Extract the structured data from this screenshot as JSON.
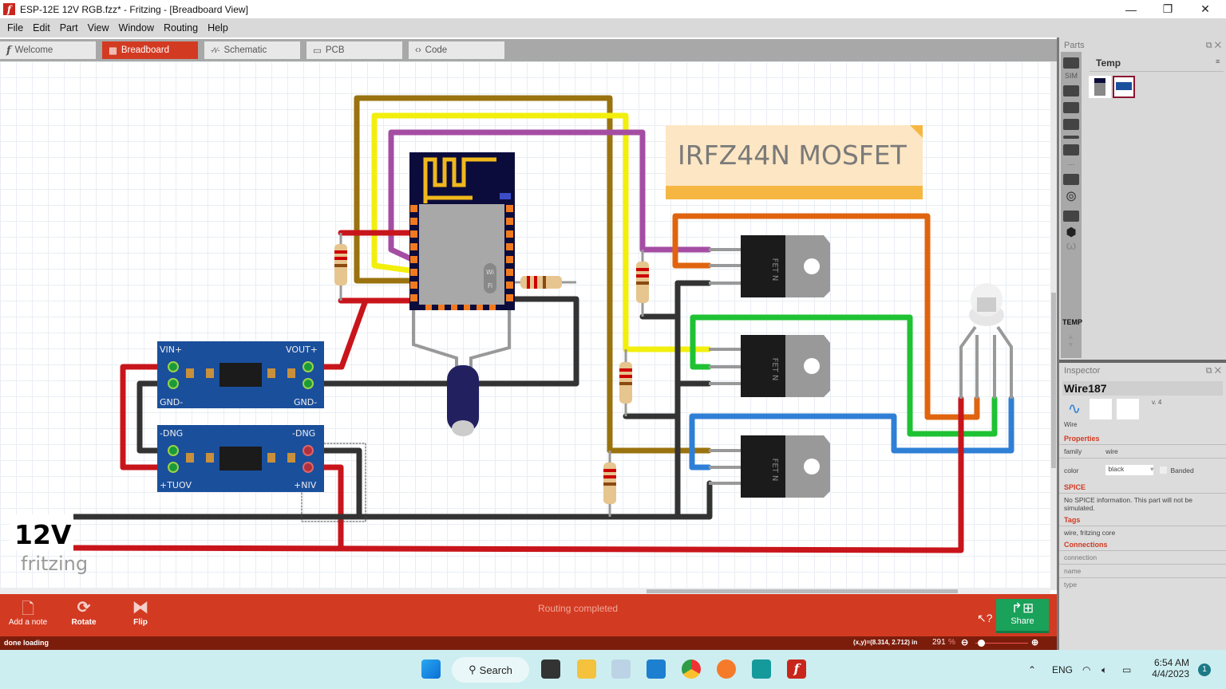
{
  "window": {
    "title": "ESP-12E 12V RGB.fzz* - Fritzing - [Breadboard View]",
    "logo_letter": "f",
    "minimize": "—",
    "maximize": "❐",
    "close": "✕"
  },
  "menu": [
    "File",
    "Edit",
    "Part",
    "View",
    "Window",
    "Routing",
    "Help"
  ],
  "tabs": [
    {
      "label": "Welcome",
      "icon": "f"
    },
    {
      "label": "Breadboard",
      "icon": "▦"
    },
    {
      "label": "Schematic",
      "icon": "-⁄\\⁄-"
    },
    {
      "label": "PCB",
      "icon": "▭"
    },
    {
      "label": "Code",
      "icon": "‹›"
    }
  ],
  "canvas": {
    "note_text": "IRFZ44N MOSFET",
    "power_label": "12V",
    "watermark": "fritzing",
    "regulator_top": {
      "vin": "VIN+",
      "vout": "VOUT+",
      "gnd_left": "GND-",
      "gnd_right": "GND-"
    },
    "regulator_bottom": {
      "vin": "+NIV",
      "vout": "+TUOV",
      "gnd_left": "-DNG",
      "gnd_right": "-DNG"
    },
    "mosfet_label": "FET N",
    "esp_chip_label_1": "Wi",
    "esp_chip_label_2": "Fi",
    "wire_colors": {
      "red": "#c8151b",
      "black": "#333333",
      "yellow": "#f2ef0d",
      "purple": "#a44da3",
      "brown": "#9a7310",
      "orange": "#e0640f",
      "green": "#1ec233",
      "blue": "#2f7fd6"
    }
  },
  "parts_panel": {
    "title": "Parts",
    "bin_title": "Temp",
    "bin_sim": "SIM",
    "bin_temp": "TEMP",
    "bin_dots": "···"
  },
  "inspector": {
    "title": "Inspector",
    "part_name": "Wire187",
    "version": "v. 4",
    "part_type": "Wire",
    "properties_heading": "Properties",
    "family_label": "family",
    "family_value": "wire",
    "color_label": "color",
    "color_value": "black",
    "banded_label": "Banded",
    "spice_heading": "SPICE",
    "spice_text": "No SPICE information. This part will not be simulated.",
    "tags_heading": "Tags",
    "tags_value": "wire, fritzing core",
    "connections_heading": "Connections",
    "conn_rows": [
      "connection",
      "name",
      "type"
    ]
  },
  "toolbar": {
    "add_note": "Add a note",
    "rotate": "Rotate",
    "flip": "Flip",
    "routing_status": "Routing completed",
    "share": "Share"
  },
  "status": {
    "message": "done loading",
    "coords": "(x,y)=(8.314, 2.712) in",
    "zoom": "291",
    "zoom_unit": "%",
    "zoom_level_fraction": 0.1
  },
  "taskbar": {
    "search": "Search",
    "lang": "ENG",
    "time": "6:54 AM",
    "date": "4/4/2023",
    "notif_count": "1"
  }
}
